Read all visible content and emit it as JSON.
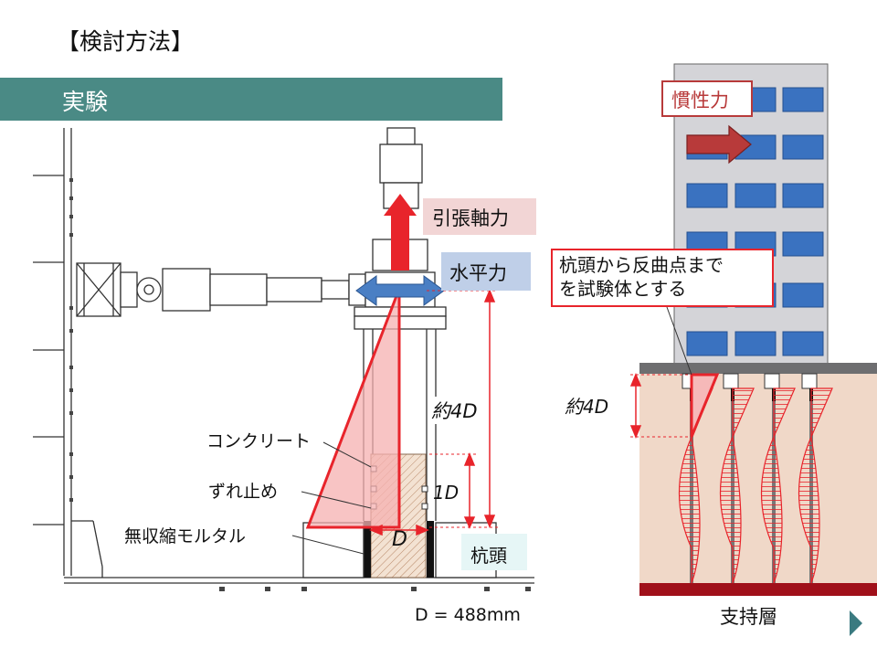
{
  "header": {
    "title": "【検討方法】",
    "section": "実験"
  },
  "experiment": {
    "tensile_force": "引張軸力",
    "horizontal_force": "水平力",
    "length_4d": "約4D",
    "length_1d": "1D",
    "diameter": "D",
    "concrete": "コンクリート",
    "shear_stopper": "ずれ止め",
    "grout": "無収縮モルタル",
    "pile_head": "杭頭",
    "dimension_note": "D = 488mm"
  },
  "building": {
    "inertia_force": "慣性力",
    "callout_line1": "杭頭から反曲点まで",
    "callout_line2": "を試験体とする",
    "length_4d": "約4D",
    "bearing_layer": "支持層"
  },
  "colors": {
    "section_bar": "#4a8a85",
    "force_red": "#e8242b",
    "horizontal_blue": "#4a7fc4",
    "label_pink_bg": "#f2d5d5",
    "label_blue_bg": "#bfcfe8",
    "soil": "#f0d8c8",
    "bearing_layer": "#a0101a",
    "building_window": "#3a72c0"
  },
  "icons": [
    "next-slide-icon"
  ]
}
